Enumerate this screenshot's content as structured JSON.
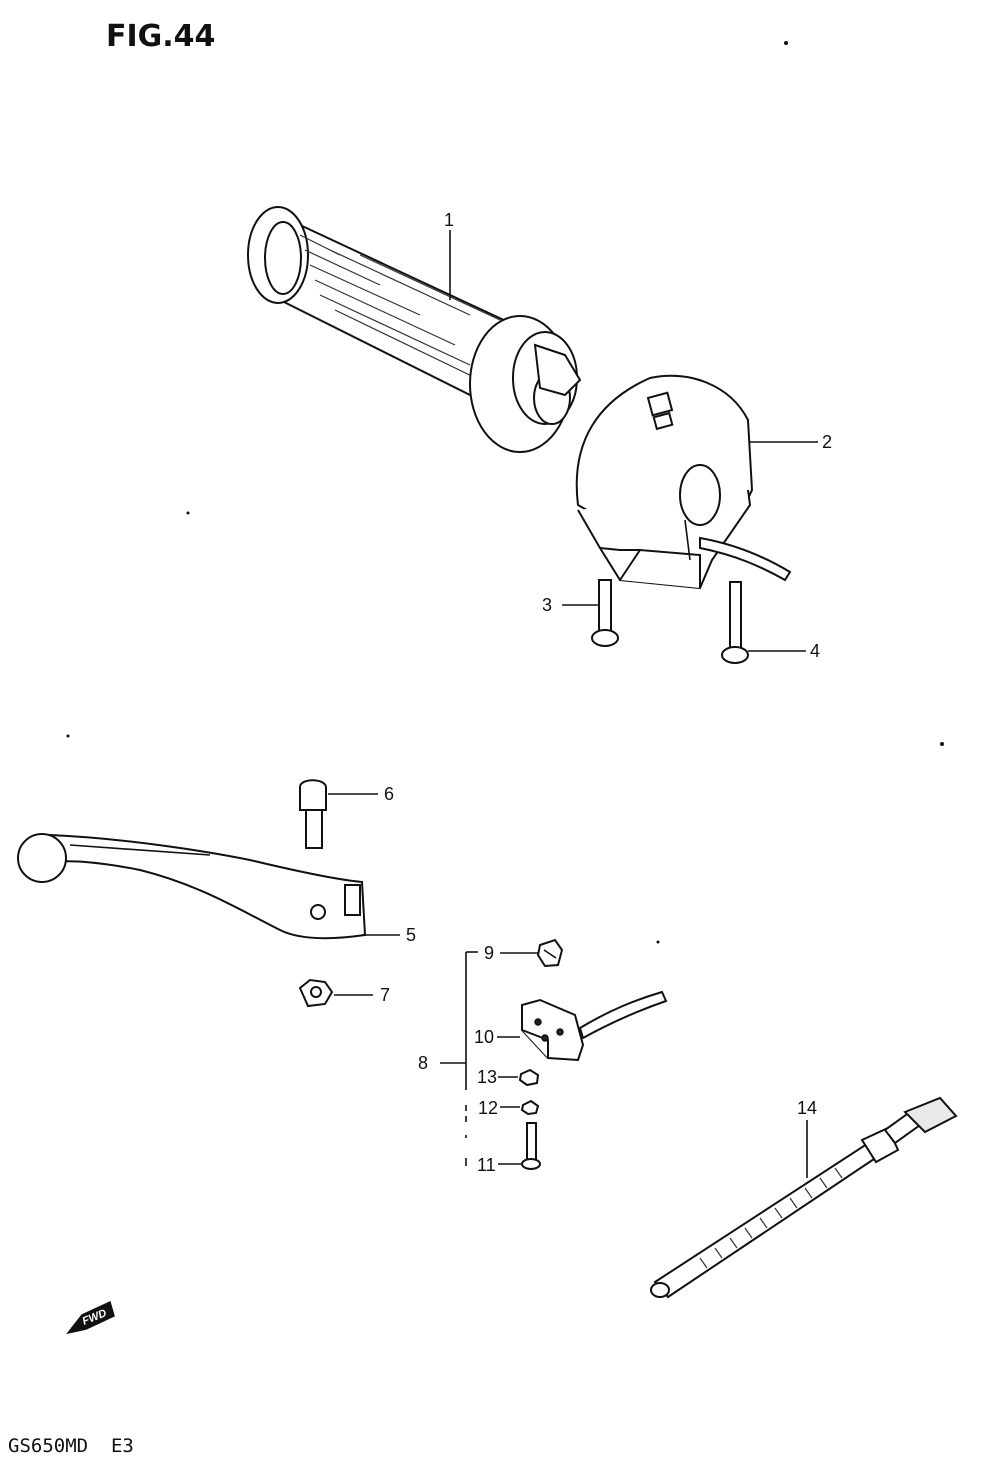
{
  "figure": {
    "title": "FIG.44",
    "model_code": "GS650MD  E3",
    "fwd_label": "FWD"
  },
  "callouts": [
    {
      "id": "1",
      "label": "1"
    },
    {
      "id": "2",
      "label": "2"
    },
    {
      "id": "3",
      "label": "3"
    },
    {
      "id": "4",
      "label": "4"
    },
    {
      "id": "5",
      "label": "5"
    },
    {
      "id": "6",
      "label": "6"
    },
    {
      "id": "7",
      "label": "7"
    },
    {
      "id": "8",
      "label": "8"
    },
    {
      "id": "9",
      "label": "9"
    },
    {
      "id": "10",
      "label": "10"
    },
    {
      "id": "11",
      "label": "11"
    },
    {
      "id": "12",
      "label": "12"
    },
    {
      "id": "13",
      "label": "13"
    },
    {
      "id": "14",
      "label": "14"
    }
  ]
}
